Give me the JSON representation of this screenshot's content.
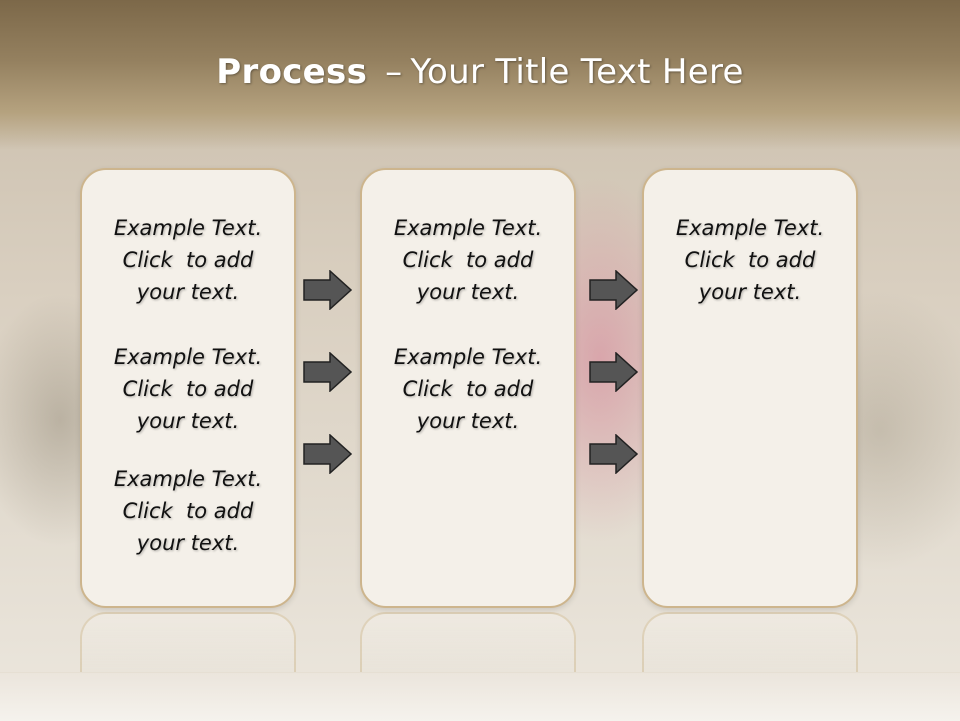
{
  "title": {
    "bold": "Process",
    "separator": "–",
    "rest": "Your Title Text Here"
  },
  "columns": [
    {
      "items": [
        {
          "line1": "Example Text.",
          "line2": "Click  to add",
          "line3": "your text."
        },
        {
          "line1": "Example Text.",
          "line2": "Click  to add",
          "line3": "your text."
        },
        {
          "line1": "Example Text.",
          "line2": "Click  to add",
          "line3": "your text."
        }
      ]
    },
    {
      "items": [
        {
          "line1": "Example Text.",
          "line2": "Click  to add",
          "line3": "your text."
        },
        {
          "line1": "Example Text.",
          "line2": "Click  to add",
          "line3": "your text."
        }
      ]
    },
    {
      "items": [
        {
          "line1": "Example Text.",
          "line2": "Click  to add",
          "line3": "your text."
        }
      ]
    }
  ],
  "arrow_icon": "right-arrow-icon",
  "colors": {
    "box_fill": "#f4f0e9",
    "box_border": "#cdb58d",
    "arrow_fill": "#555555",
    "header": "#94805f"
  }
}
